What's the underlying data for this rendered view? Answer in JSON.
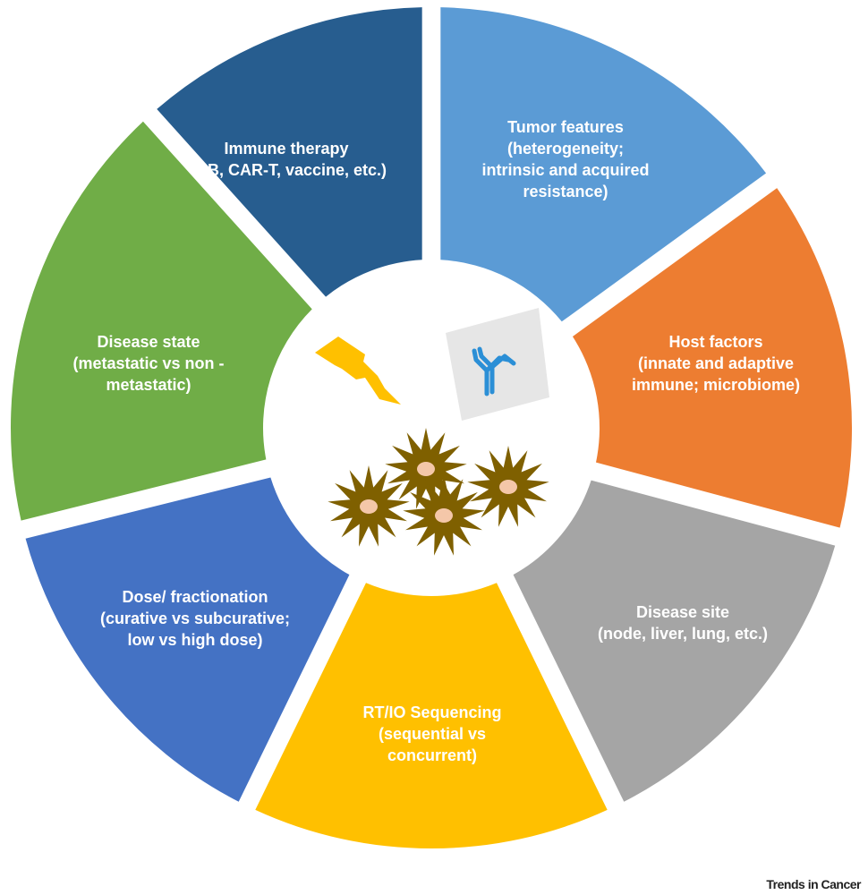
{
  "colors": {
    "immune_therapy": "#275d8f",
    "tumor_features": "#5b9bd5",
    "host_factors": "#ed7d31",
    "disease_site": "#a5a5a5",
    "rt_io_sequencing": "#ffc000",
    "dose_fractionation": "#4472c4",
    "disease_state": "#70ad47",
    "tumor_cell": "#7f6000",
    "tumor_nucleus": "#f4c7a9",
    "lightning": "#ffc000",
    "antibody": "#2b8fd6"
  },
  "segments": [
    {
      "key": "immune_therapy",
      "lines": [
        "Immune therapy",
        "(ICB, CAR-T, vaccine, etc.)"
      ]
    },
    {
      "key": "tumor_features",
      "lines": [
        "Tumor features",
        "(heterogeneity;",
        "intrinsic and acquired",
        "resistance)"
      ]
    },
    {
      "key": "host_factors",
      "lines": [
        "Host factors",
        "(innate and adaptive",
        "immune; microbiome)"
      ]
    },
    {
      "key": "disease_site",
      "lines": [
        "Disease site",
        "(node, liver, lung, etc.)"
      ]
    },
    {
      "key": "rt_io_sequencing",
      "lines": [
        "RT/IO Sequencing",
        "(sequential vs",
        "concurrent)"
      ]
    },
    {
      "key": "dose_fractionation",
      "lines": [
        "Dose/ fractionation",
        "(curative vs subcurative;",
        "low vs high dose)"
      ]
    },
    {
      "key": "disease_state",
      "lines": [
        "Disease state",
        "(metastatic vs non -",
        "metastatic)"
      ]
    }
  ],
  "center_icons": [
    "lightning-icon",
    "antibody-icon",
    "tumor-cell-icon"
  ],
  "credit": "Trends in Cancer"
}
